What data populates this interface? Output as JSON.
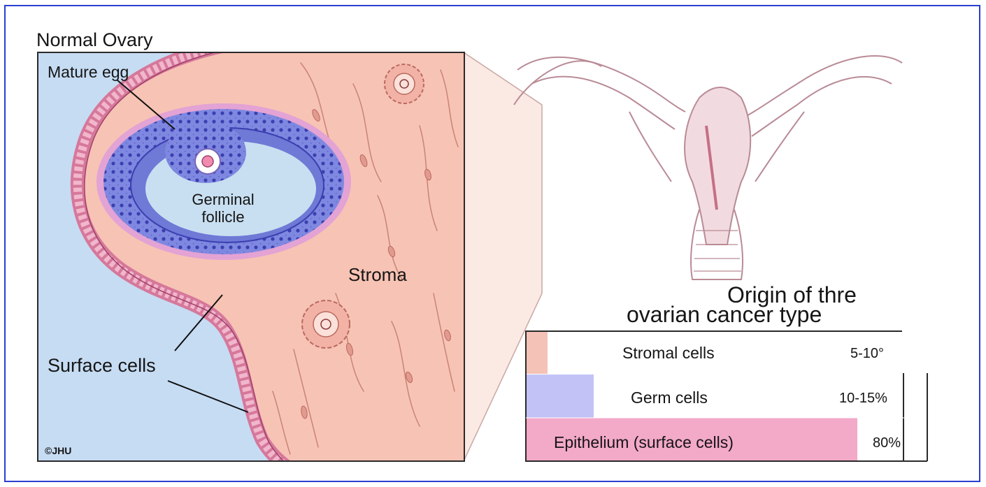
{
  "diagram": {
    "title": "Normal Ovary",
    "labels": {
      "mature_egg": "Mature egg",
      "germinal_follicle_line1": "Germinal",
      "germinal_follicle_line2": "follicle",
      "stroma": "Stroma",
      "surface_cells": "Surface cells",
      "copyright": "©JHU"
    },
    "origin_heading": {
      "line1": "Origin of thre",
      "line2": "ovarian cancer type"
    },
    "cancer_types": [
      {
        "label": "Stromal cells",
        "percent": "5-10°"
      },
      {
        "label": "Germ cells",
        "percent": "10-15%"
      },
      {
        "label": "Epithelium (surface cells)",
        "percent": "80%"
      }
    ],
    "colors": {
      "border": "#2a3fd0",
      "background": "#c6dcf3",
      "tissue": "#f7c3b4",
      "follicle": "#8f95e6",
      "surface_cells": "#e39ab4",
      "stromal_bar": "#f4c2b6",
      "germ_bar": "#c3c2f6",
      "epithelium_bar": "#f3a9c8"
    }
  }
}
